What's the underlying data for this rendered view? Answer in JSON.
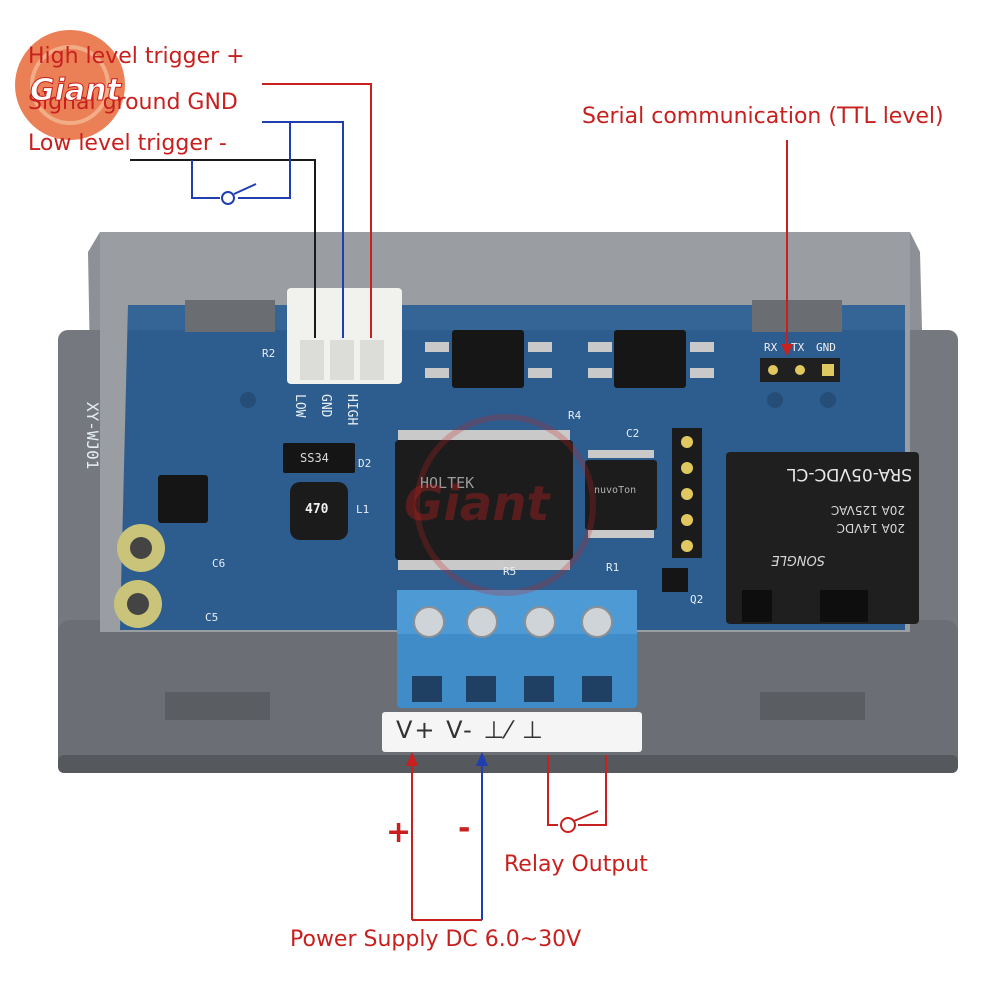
{
  "brand": {
    "logo_text": "Giant",
    "watermark_text": "Giant"
  },
  "colors": {
    "accent_red": "#c8201e",
    "wire_blue": "#1f3fb0",
    "pcb_blue": "#2d5c8e",
    "terminal_blue": "#3f8cc8",
    "housing_gray": "#6d7075"
  },
  "input_labels": {
    "high_trigger": "High level trigger +",
    "signal_ground": "Signal ground GND",
    "low_trigger": "Low level trigger -"
  },
  "serial": {
    "label": "Serial communication (TTL level)",
    "pins": [
      "RX",
      "TX",
      "GND"
    ]
  },
  "power": {
    "plus_sign": "+",
    "minus_sign": "-",
    "label": "Power Supply DC 6.0~30V"
  },
  "relay": {
    "label": "Relay Output",
    "model": "SRA-05VDC-CL",
    "rating_1": "20A 125VAC",
    "rating_2": "20A 14VDC",
    "brand": "SONGLE"
  },
  "board": {
    "model": "XY-WJ01",
    "connector_pins": [
      "LOW",
      "GND",
      "HIGH"
    ],
    "designators": [
      "R2",
      "D2",
      "L1",
      "C6",
      "C5",
      "R4",
      "R5",
      "R1",
      "Q2",
      "C2"
    ],
    "inductor_value": "470",
    "diode_marking": "SS34",
    "mcu_marking": "HOLTEK",
    "chip2_marking": "nuvoTon",
    "terminal_label": "V+ V- ⊥⁄ ⊥"
  }
}
